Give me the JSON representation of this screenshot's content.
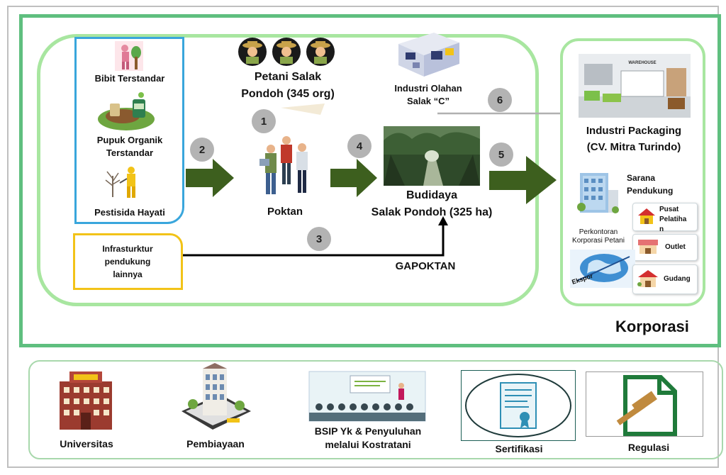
{
  "labels": {
    "bibit": "Bibit Terstandar",
    "pupuk_1": "Pupuk Organik",
    "pupuk_2": "Terstandar",
    "pestisida": "Pestisida Hayati",
    "petani_1": "Petani Salak",
    "petani_2": "Pondoh (345 org)",
    "industri_olahan_1": "Industri  Olahan",
    "industri_olahan_2": "Salak “C”",
    "poktan": "Poktan",
    "budidaya_1": "Budidaya",
    "budidaya_2": "Salak Pondoh (325 ha)",
    "infra_1": "Infrasturktur",
    "infra_2": "pendukung",
    "infra_3": "lainnya",
    "gapoktan": "GAPOKTAN",
    "industri_packaging_1": "Industri Packaging",
    "industri_packaging_2": "(CV. Mitra Turindo)",
    "sarana_1": "Sarana",
    "sarana_2": "Pendukung",
    "pusat_1": "Pusat",
    "pusat_2": "Pelatiha",
    "pusat_3": "n",
    "perkontoran_1": "Perkontoran",
    "perkontoran_2": "Korporasi Petani",
    "outlet": "Outlet",
    "ekspor": "Ekspor",
    "gudang": "Gudang",
    "korporasi": "Korporasi",
    "warehouse": "WAREHOUSE"
  },
  "steps": [
    "1",
    "2",
    "3",
    "4",
    "5",
    "6"
  ],
  "support": {
    "universitas": "Universitas",
    "pembiayaan": "Pembiayaan",
    "bsip_1": "BSIP Yk & Penyuluhan",
    "bsip_2": "melalui Kostratani",
    "sertifikasi": "Sertifikasi",
    "regulasi": "Regulasi"
  },
  "colors": {
    "arrow_green": "#3d5f1e",
    "korporasi_border": "#5fbf7f",
    "light_green_border": "#a8e6a0",
    "input_border": "#39a6dc",
    "infra_border": "#f2c318",
    "step_circle": "#b3b3b3"
  }
}
